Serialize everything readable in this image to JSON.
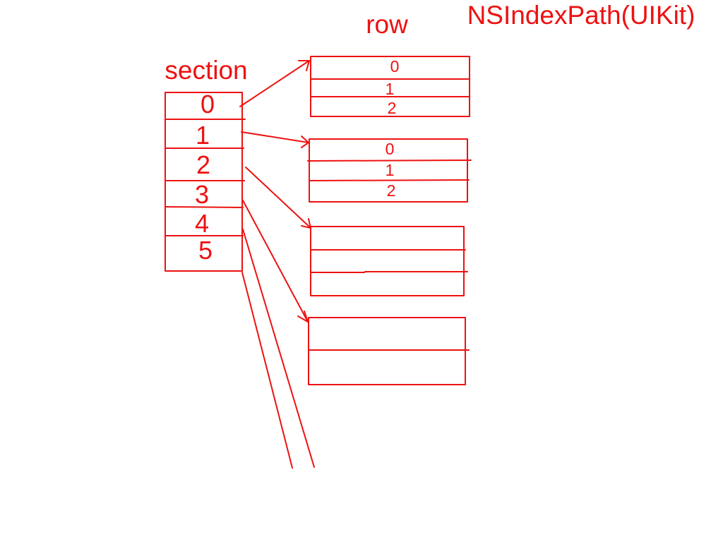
{
  "title": "NSIndexPath(UIKit)",
  "row_heading": "row",
  "section_heading": "section",
  "colors": {
    "ink": "#ee1111",
    "background": "#ffffff"
  },
  "sections": [
    "0",
    "1",
    "2",
    "3",
    "4",
    "5"
  ],
  "row_tables": [
    {
      "section": "0",
      "rows": [
        "0",
        "1",
        "2"
      ]
    },
    {
      "section": "1",
      "rows": [
        "0",
        "1",
        "2"
      ]
    },
    {
      "section": "2",
      "rows": [
        "",
        "",
        ""
      ]
    },
    {
      "section": "3",
      "rows": [
        "",
        ""
      ]
    }
  ]
}
